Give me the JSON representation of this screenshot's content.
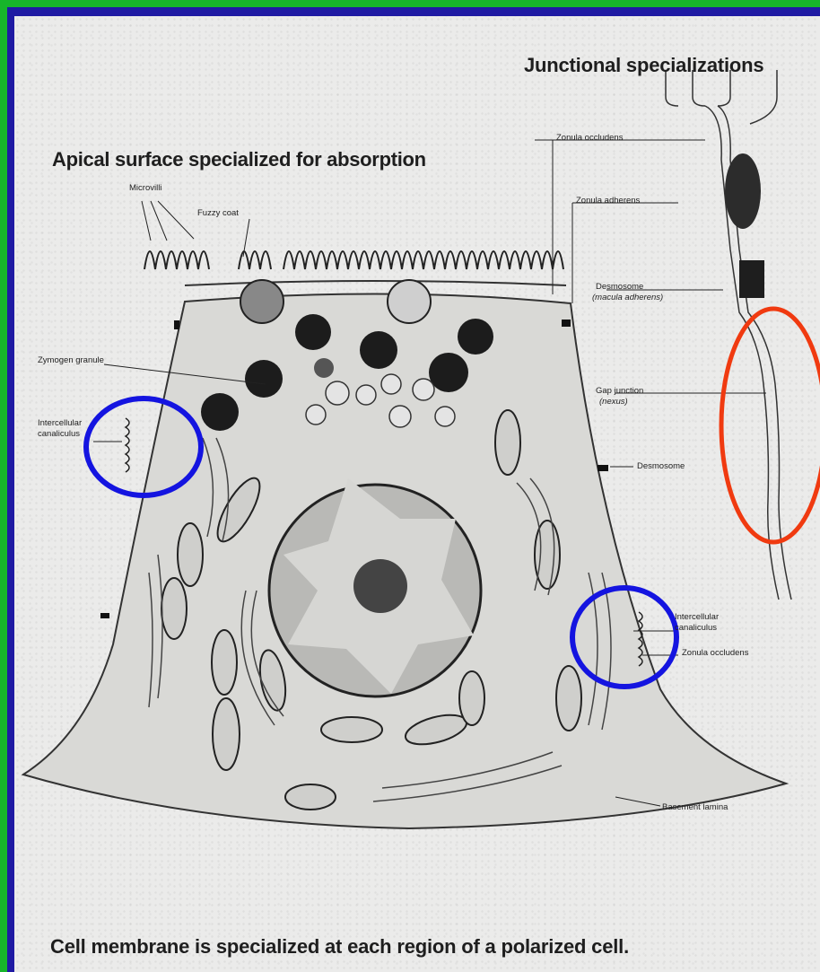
{
  "titles": {
    "junctional": "Junctional specializations",
    "apical": "Apical surface specialized for absorption",
    "caption": "Cell membrane is specialized at each region of a polarized cell."
  },
  "labels": {
    "microvilli": "Microvilli",
    "fuzzy_coat": "Fuzzy coat",
    "zymogen_granule": "Zymogen granule",
    "intercellular_canaliculus_left_1": "Intercellular",
    "intercellular_canaliculus_left_2": "canaliculus",
    "zonula_occludens_top": "Zonula occludens",
    "zonula_adherens": "Zonula adherens",
    "desmosome_top_1": "Desmosome",
    "desmosome_top_2": "(macula adherens)",
    "gap_junction_1": "Gap junction",
    "gap_junction_2": "(nexus)",
    "desmosome_mid": "Desmosome",
    "intercellular_canaliculus_right_1": "Intercellular",
    "intercellular_canaliculus_right_2": "canaliculus",
    "zonula_occludens_bottom": "Zonula occludens",
    "basement_lamina": "Basement lamina"
  },
  "colors": {
    "frame": "#1f1aa3",
    "frame_accent": "#17b52a",
    "highlight_blue": "#1414e0",
    "highlight_red": "#f03a10"
  }
}
